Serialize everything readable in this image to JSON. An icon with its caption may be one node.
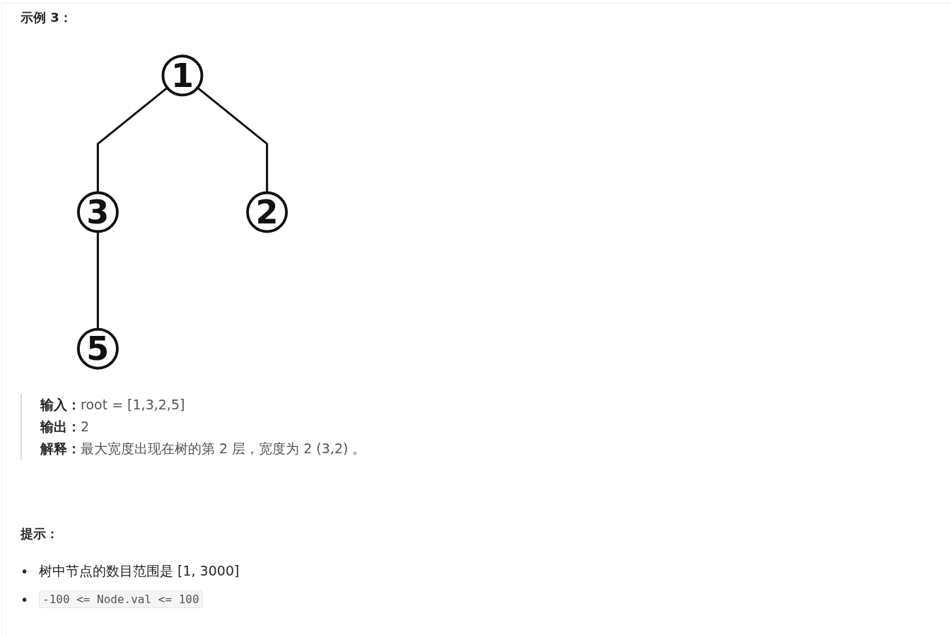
{
  "diagram": {
    "title": "示例 3：",
    "nodes": [
      {
        "text": [
          "1"
        ]
      },
      {
        "text": [
          "3"
        ]
      },
      {
        "text": [
          "2"
        ]
      },
      {
        "text": [
          "5"
        ]
      }
    ],
    "edges": [
      {
        "from": 0,
        "to": 1,
        "arrow": "none"
      },
      {
        "from": 0,
        "to": 2,
        "arrow": "none"
      },
      {
        "from": 1,
        "to": 3,
        "arrow": "none"
      }
    ],
    "labels": [
      "**输入：**root = [1,3,2,5]",
      "**输出：**2",
      "**解释：**最大宽度出现在树的第 2 层，宽度为 2 (3,2) 。",
      "提示：",
      "•",
      "树中节点的数目范围是 [1, 3000]",
      "•",
      "-100 <= Node.val <= 100"
    ]
  }
}
